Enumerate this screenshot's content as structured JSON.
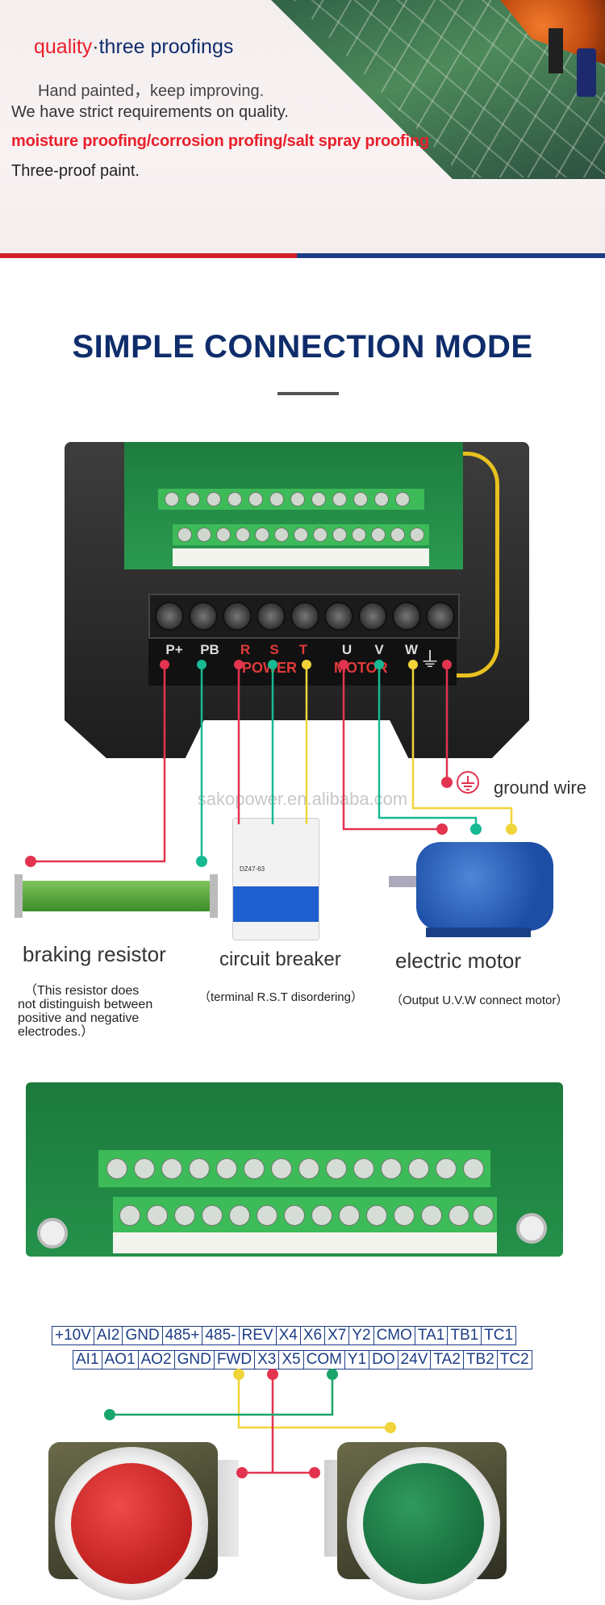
{
  "hero": {
    "word_quality": "quality",
    "separator": "·",
    "word_proofings": "three proofings",
    "line1": "Hand painted，keep improving.",
    "line2": "We have strict requirements on quality.",
    "line3": "moisture proofing/corrosion profing/salt spray proofing",
    "line4": "Three-proof paint."
  },
  "section": {
    "title": "SIMPLE CONNECTION MODE"
  },
  "inverter": {
    "terminals": [
      "P+",
      "PB",
      "R",
      "S",
      "T",
      "U",
      "V",
      "W"
    ],
    "power_label": "POWER",
    "motor_label": "MOTOR",
    "ground_symbol": "⏚"
  },
  "watermark": "sakopower.en.alibaba.com",
  "labels": {
    "ground_wire": "ground wire",
    "braking_resistor": "braking resistor",
    "circuit_breaker": "circuit breaker",
    "electric_motor": "electric motor",
    "resistor_note_1": "（This resistor does",
    "resistor_note_2": "not distinguish between",
    "resistor_note_3": "positive and negative",
    "resistor_note_4": "electrodes.）",
    "breaker_note": "（terminal R.S.T disordering）",
    "motor_note": "（Output U.V.W connect motor）",
    "breaker_model": "DZ47-63"
  },
  "terminal_table": {
    "top_row": [
      "+10V",
      "AI2",
      "GND",
      "485+",
      "485-",
      "REV",
      "X4",
      "X6",
      "X7",
      "Y2",
      "CMO",
      "TA1",
      "TB1",
      "TC1"
    ],
    "bottom_row": [
      "AI1",
      "AO1",
      "AO2",
      "GND",
      "FWD",
      "X3",
      "X5",
      "COM",
      "Y1",
      "DO",
      "24V",
      "TA2",
      "TB2",
      "TC2"
    ]
  },
  "colors": {
    "navy": "#0f2d6b",
    "red_wire": "#e2344f",
    "teal_wire": "#16b992",
    "yellow_wire": "#f1d43a",
    "green_wire": "#1aa56a"
  }
}
